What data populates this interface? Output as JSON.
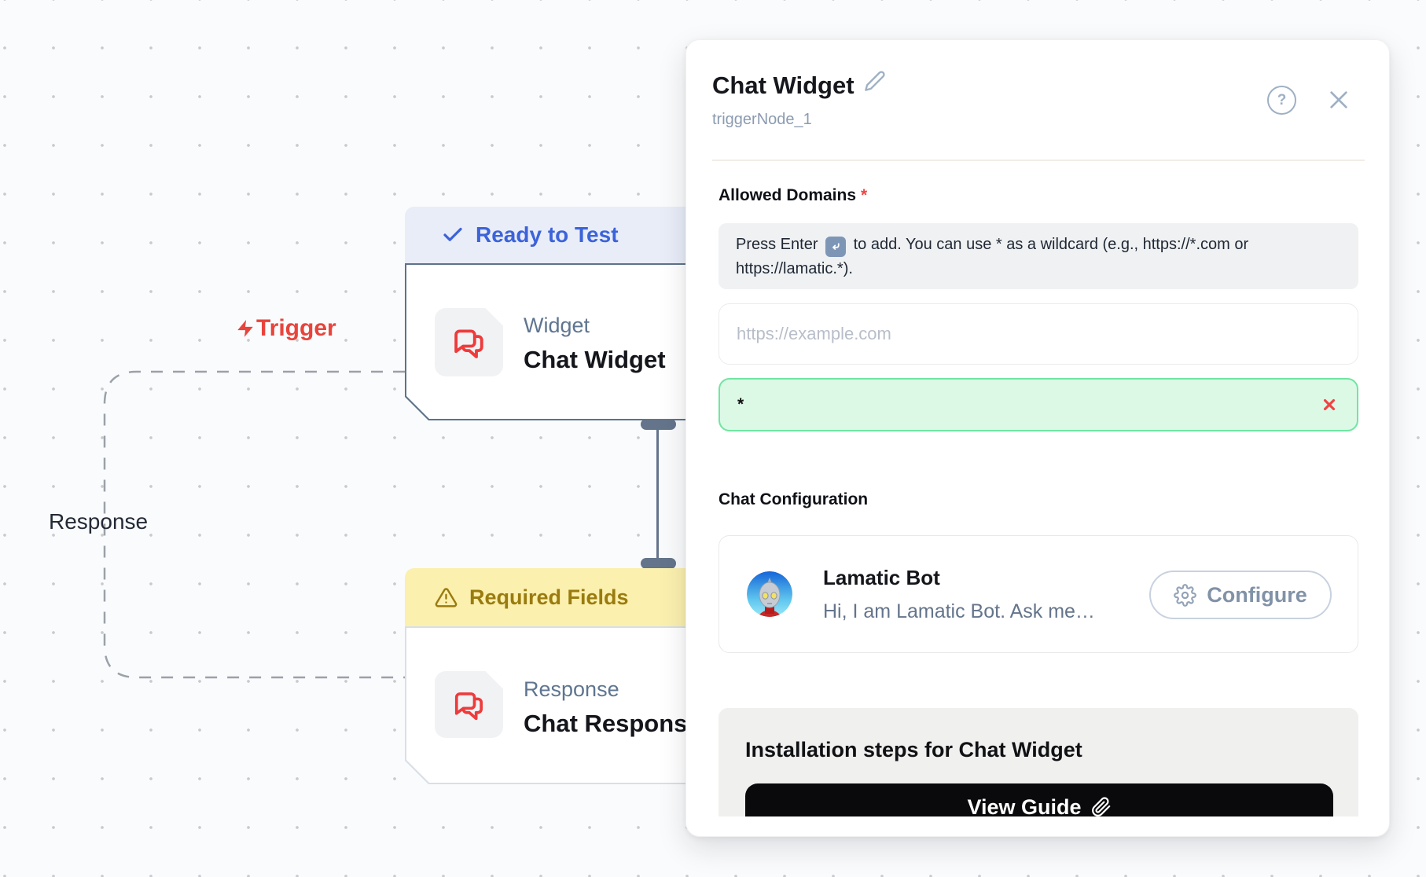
{
  "canvas": {
    "trigger_label": "Trigger",
    "response_edge_label": "Response",
    "widget_node": {
      "status_badge": "Ready to Test",
      "type_label": "Widget",
      "title": "Chat Widget"
    },
    "response_node": {
      "status_badge": "Required Fields",
      "type_label": "Response",
      "title": "Chat Response"
    }
  },
  "panel": {
    "title": "Chat Widget",
    "node_id": "triggerNode_1",
    "allowed_domains": {
      "label": "Allowed Domains",
      "required_marker": "*",
      "helper_prefix": "Press Enter",
      "helper_suffix": "to add. You can use * as a wildcard (e.g., https://*.com or https://lamatic.*).",
      "placeholder": "https://example.com",
      "entries": [
        {
          "value": "*"
        }
      ]
    },
    "chat_configuration": {
      "heading": "Chat Configuration",
      "bot_name": "Lamatic Bot",
      "bot_description": "Hi, I am Lamatic Bot. Ask me…",
      "configure_label": "Configure"
    },
    "installation": {
      "heading": "Installation steps for Chat Widget",
      "view_guide_label": "View Guide"
    },
    "help_glyph": "?"
  },
  "icons": {
    "node_icon": "chat-bubbles-icon",
    "trigger": "lightning-icon",
    "ready": "check-icon",
    "warning": "alert-triangle-icon",
    "edit": "pencil-icon",
    "help": "help-circle-icon",
    "close": "x-icon",
    "enter_key": "return-arrow-icon",
    "remove_entry": "x-icon",
    "configure": "gear-icon",
    "view_guide": "paperclip-icon"
  },
  "colors": {
    "accent_blue": "#3c63d9",
    "status_ready_bg": "#e9edf8",
    "status_warning_bg": "#fbf0ae",
    "status_warning_text": "#9a7b0f",
    "selected_node_border": "#64748b",
    "node_icon_red": "#ee3b3b",
    "chip_bg": "#dcf9e6",
    "chip_border": "#6fe6a1",
    "danger": "#ef4444",
    "dark_button": "#0a0a0c"
  }
}
